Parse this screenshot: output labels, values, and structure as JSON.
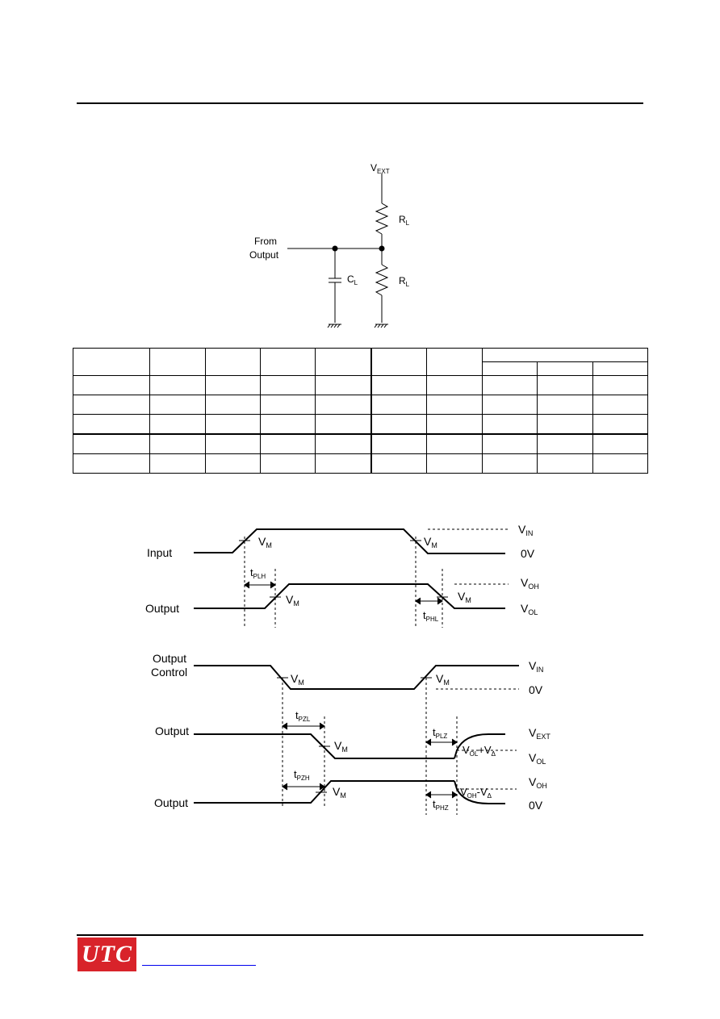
{
  "circuit": {
    "vext_label": "V",
    "vext_sub": "EXT",
    "rl_label": "R",
    "rl_sub": "L",
    "rl2_label": "R",
    "rl2_sub": "L",
    "cl_label": "C",
    "cl_sub": "L",
    "from_label": "From",
    "output_label": "Output"
  },
  "waveform1": {
    "input_label": "Input",
    "output_label": "Output",
    "vm": "V",
    "vm_sub": "M",
    "vin": "V",
    "vin_sub": "IN",
    "zero_v": "0V",
    "voh": "V",
    "voh_sub": "OH",
    "vol": "V",
    "vol_sub": "OL",
    "tplh": "t",
    "tplh_sub": "PLH",
    "tphl": "t",
    "tphl_sub": "PHL"
  },
  "waveform2": {
    "control_label_1": "Output",
    "control_label_2": "Control",
    "output_label_1": "Output",
    "output_label_2": "Output",
    "vm": "V",
    "vm_sub": "M",
    "vin": "V",
    "vin_sub": "IN",
    "zero_v": "0V",
    "vext": "V",
    "vext_sub": "EXT",
    "vol": "V",
    "vol_sub": "OL",
    "voh": "V",
    "voh_sub": "OH",
    "vol_plus": "V",
    "vol_plus_sub": "OL",
    "vol_plus_tail": "+V",
    "vol_plus_tail_sub": "Δ",
    "voh_minus": "V",
    "voh_minus_sub": "OH",
    "voh_minus_tail": "-V",
    "voh_minus_tail_sub": "Δ",
    "tpzl": "t",
    "tpzl_sub": "PZL",
    "tplz": "t",
    "tplz_sub": "PLZ",
    "tpzh": "t",
    "tpzh_sub": "PZH",
    "tphz": "t",
    "tphz_sub": "PHZ"
  },
  "footer": {
    "logo_text": "UTC"
  }
}
